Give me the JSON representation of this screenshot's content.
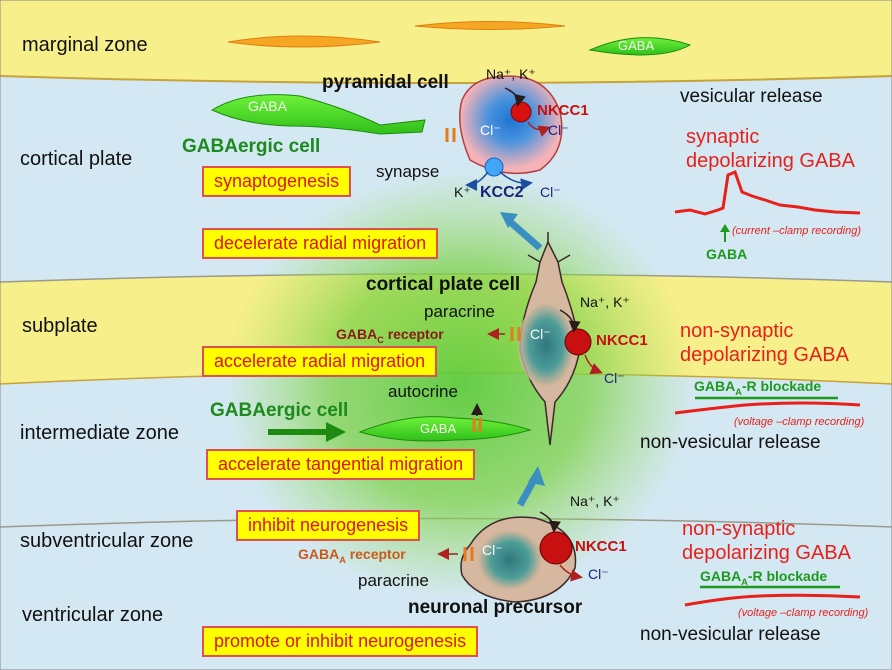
{
  "zones": {
    "marginal": "marginal zone",
    "cortical_plate": "cortical plate",
    "subplate": "subplate",
    "intermediate": "intermediate zone",
    "subventricular": "subventricular zone",
    "ventricular": "ventricular zone"
  },
  "boxes": {
    "synaptogenesis": "synaptogenesis",
    "decelerate": "decelerate radial migration",
    "accelerate_radial": "accelerate radial migration",
    "accelerate_tangential": "accelerate tangential migration",
    "inhibit": "inhibit neurogenesis",
    "promote_inhibit": "promote or inhibit neurogenesis"
  },
  "cells": {
    "pyramidal": "pyramidal cell",
    "gabaergic_top": "GABAergic cell",
    "cortical_plate_cell": "cortical plate cell",
    "gabaergic_mid": "GABAergic cell",
    "neuronal_precursor": "neuronal precursor",
    "gaba_label": "GABA"
  },
  "labels": {
    "synapse": "synapse",
    "paracrine": "paracrine",
    "autocrine": "autocrine",
    "na_k": "Na⁺, K⁺",
    "nkcc1": "NKCC1",
    "kcc2": "KCC2",
    "cl": "Cl⁻",
    "k_plus": "K⁺",
    "gabac_base": "GABA",
    "gabac_sub": "C",
    "receptor": " receptor",
    "gabaa_base": "GABA",
    "gabaa_sub": "A"
  },
  "right": {
    "vesicular_release": "vesicular release",
    "synaptic_1": "synaptic",
    "synaptic_2": "depolarizing GABA",
    "current_clamp": "(current –clamp recording)",
    "gaba": "GABA",
    "nonsyn_1": "non-synaptic",
    "nonsyn_2": "depolarizing GABA",
    "blockade_base": "GABA",
    "blockade_sub": "A",
    "blockade_rest": "-R blockade",
    "voltage_clamp": "(voltage –clamp recording)",
    "non_vesicular": "non-vesicular release"
  },
  "colors": {
    "yellow_band": "#f7ef8a",
    "blue_band": "#d4e8f3",
    "text_red": "#e8201a",
    "text_green": "#1c9a1c",
    "nkcc1": "#c81010",
    "kcc2": "#42a5f5"
  }
}
